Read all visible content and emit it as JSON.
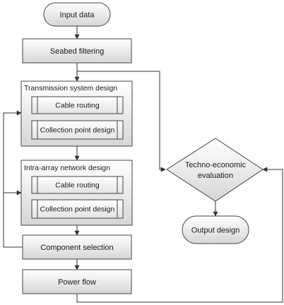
{
  "flowchart": {
    "start": {
      "label": "Input data"
    },
    "seabed_filtering": {
      "label": "Seabed filtering"
    },
    "transmission_design": {
      "title": "Transmission system design",
      "cable_routing": "Cable routing",
      "collection_point": "Collection point design"
    },
    "intra_array_design": {
      "title": "Intra-array network design",
      "cable_routing": "Cable routing",
      "collection_point": "Collection point design"
    },
    "component_selection": {
      "label": "Component selection"
    },
    "power_flow": {
      "label": "Power flow"
    },
    "evaluation": {
      "line1": "Techno-economic",
      "line2": "evaluation"
    },
    "output": {
      "label": "Output design"
    }
  },
  "colors": {
    "box_fill_top": "#ffffff",
    "box_fill_bottom": "#d9d9d9",
    "stroke": "#444444",
    "arrow": "#333333"
  }
}
